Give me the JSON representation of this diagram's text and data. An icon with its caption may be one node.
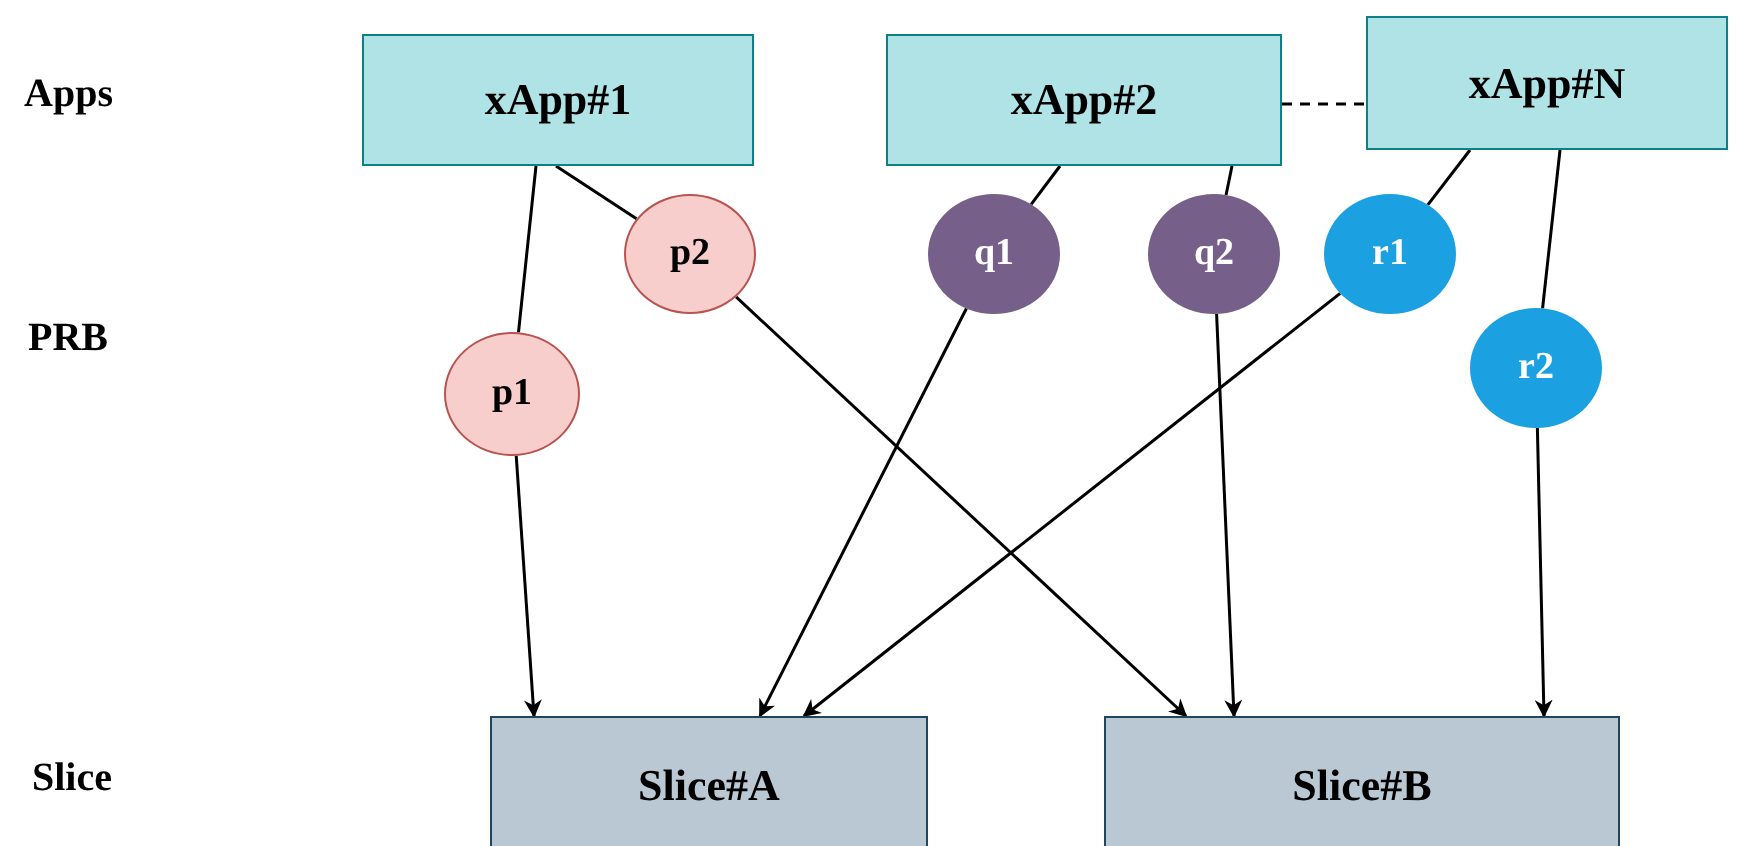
{
  "diagram": {
    "nodes": [
      {
        "text": [
          "xApp#1"
        ]
      },
      {
        "text": [
          "xApp#2"
        ]
      },
      {
        "text": [
          "xApp#N"
        ]
      },
      {
        "text": [
          "p2"
        ]
      },
      {
        "text": [
          "q1"
        ]
      },
      {
        "text": [
          "q2"
        ]
      },
      {
        "text": [
          "r1"
        ]
      },
      {
        "text": [
          "p1"
        ]
      },
      {
        "text": [
          "r2"
        ]
      },
      {
        "text": [
          "Slice#A"
        ]
      },
      {
        "text": [
          "Slice#B"
        ]
      }
    ],
    "edges": [
      {
        "from": 0,
        "to": 7,
        "arrow": "none"
      },
      {
        "from": 7,
        "to": 9,
        "arrow": "to"
      },
      {
        "from": 0,
        "to": 3,
        "arrow": "none"
      },
      {
        "from": 3,
        "to": 10,
        "arrow": "to"
      },
      {
        "from": 1,
        "to": 4,
        "arrow": "none"
      },
      {
        "from": 4,
        "to": 9,
        "arrow": "to"
      },
      {
        "from": 1,
        "to": 5,
        "arrow": "none"
      },
      {
        "from": 5,
        "to": 10,
        "arrow": "to"
      },
      {
        "from": 2,
        "to": 6,
        "arrow": "none"
      },
      {
        "from": 6,
        "to": 9,
        "arrow": "to"
      },
      {
        "from": 2,
        "to": 8,
        "arrow": "none"
      },
      {
        "from": 8,
        "to": 10,
        "arrow": "to"
      },
      {
        "from": 1,
        "to": 2,
        "arrow": "none",
        "style": "dashed"
      }
    ],
    "labels": [
      "Apps",
      "PRB",
      "Slice"
    ]
  }
}
